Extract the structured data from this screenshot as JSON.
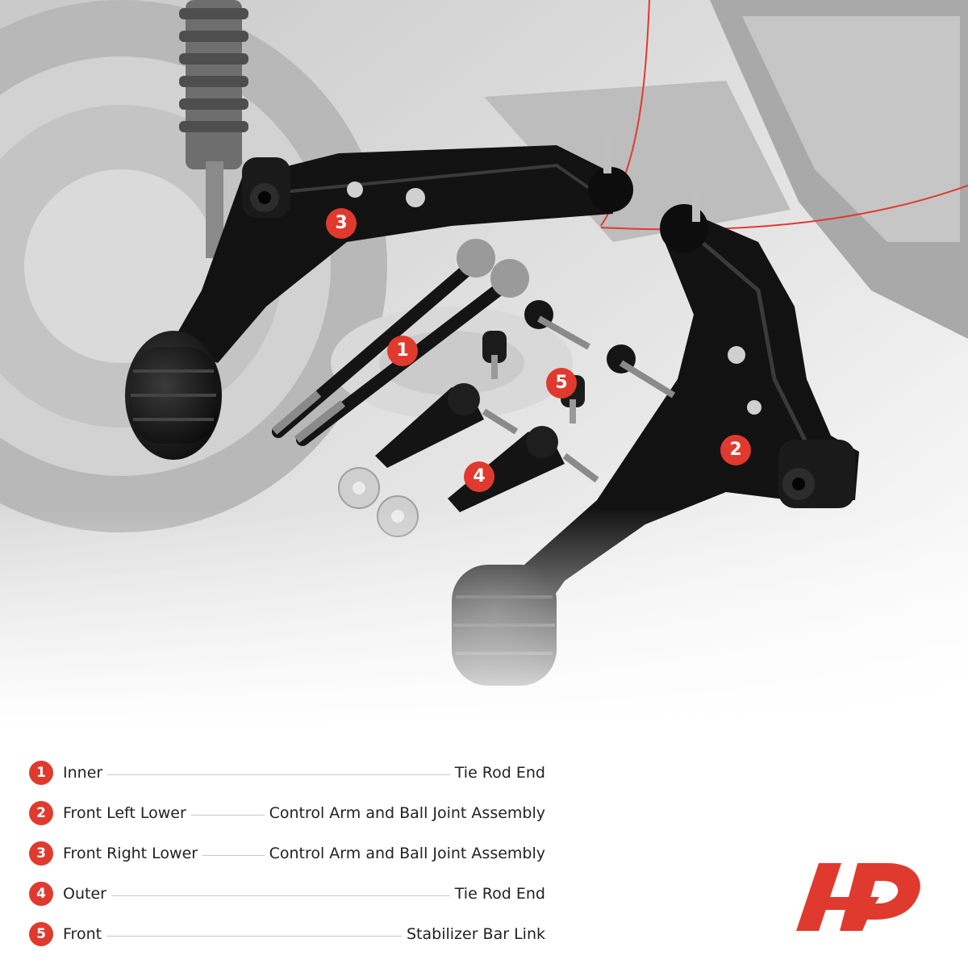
{
  "accent_color": "#e03a2f",
  "callouts": [
    {
      "number": "1"
    },
    {
      "number": "2"
    },
    {
      "number": "3"
    },
    {
      "number": "4"
    },
    {
      "number": "5"
    }
  ],
  "legend": [
    {
      "number": "1",
      "left": "Inner",
      "right": "Tie Rod End"
    },
    {
      "number": "2",
      "left": "Front Left Lower",
      "right": "Control Arm and Ball Joint Assembly"
    },
    {
      "number": "3",
      "left": "Front Right Lower",
      "right": "Control Arm and Ball Joint Assembly"
    },
    {
      "number": "4",
      "left": "Outer",
      "right": "Tie Rod End"
    },
    {
      "number": "5",
      "left": "Front",
      "right": "Stabilizer Bar Link"
    }
  ],
  "logo": {
    "name": "brand-logo-icon"
  }
}
